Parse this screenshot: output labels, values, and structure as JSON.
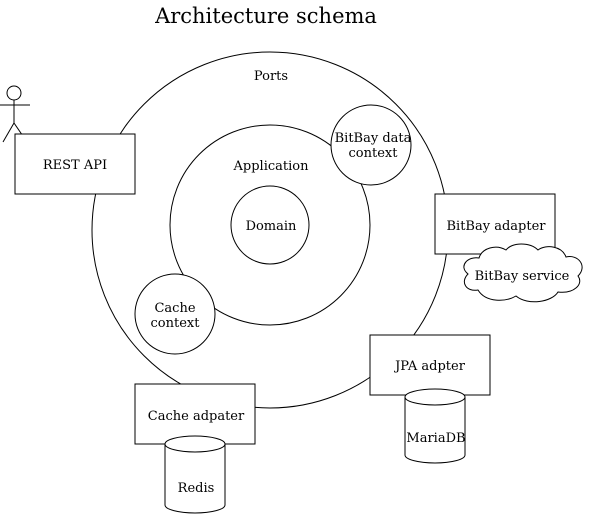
{
  "title": "Architecture schema",
  "layers": {
    "ports": "Ports",
    "application": "Application",
    "domain": "Domain"
  },
  "contexts": {
    "bitbay_line1": "BitBay data",
    "bitbay_line2": "context",
    "cache_line1": "Cache",
    "cache_line2": "context"
  },
  "adapters": {
    "rest_api": "REST API",
    "bitbay_adapter": "BitBay adapter",
    "jpa_adapter": "JPA adpter",
    "cache_adapter": "Cache adpater"
  },
  "external": {
    "bitbay_service": "BitBay service",
    "mariadb": "MariaDB",
    "redis": "Redis"
  }
}
